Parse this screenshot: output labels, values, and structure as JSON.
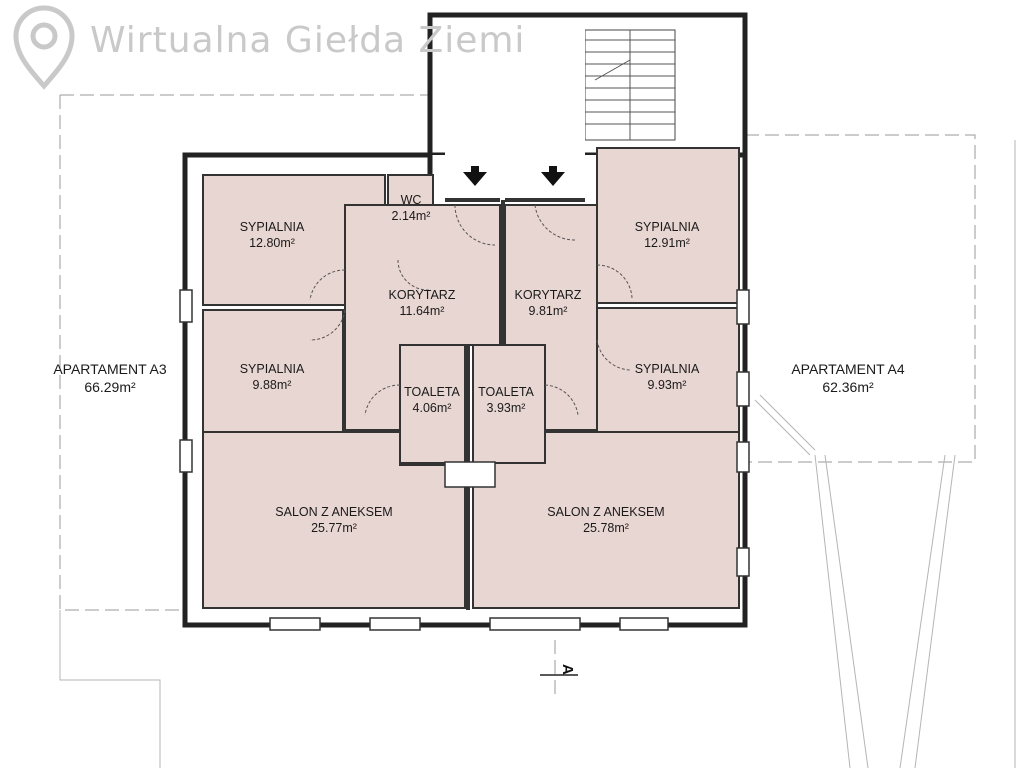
{
  "watermark": {
    "text": "Wirtualna Giełda Ziemi"
  },
  "apartments": [
    {
      "id": "a3",
      "name": "APARTAMENT A3",
      "area": "66.29m²"
    },
    {
      "id": "a4",
      "name": "APARTAMENT A4",
      "area": "62.36m²"
    }
  ],
  "rooms": {
    "a3_bedroom1": {
      "name": "SYPIALNIA",
      "area": "12.80m²"
    },
    "a3_wc": {
      "name": "WC",
      "area": "2.14m²"
    },
    "a3_corridor": {
      "name": "KORYTARZ",
      "area": "11.64m²"
    },
    "a3_bedroom2": {
      "name": "SYPIALNIA",
      "area": "9.88m²"
    },
    "a3_toilet": {
      "name": "TOALETA",
      "area": "4.06m²"
    },
    "a3_living": {
      "name": "SALON Z ANEKSEM",
      "area": "25.77m²"
    },
    "a4_bedroom1": {
      "name": "SYPIALNIA",
      "area": "12.91m²"
    },
    "a4_corridor": {
      "name": "KORYTARZ",
      "area": "9.81m²"
    },
    "a4_bedroom2": {
      "name": "SYPIALNIA",
      "area": "9.93m²"
    },
    "a4_toilet": {
      "name": "TOALETA",
      "area": "3.93m²"
    },
    "a4_living": {
      "name": "SALON Z ANEKSEM",
      "area": "25.78m²"
    }
  },
  "section_marker": {
    "label": "A"
  },
  "colors": {
    "room_fill": "#e8d6d2",
    "wall": "#222222",
    "dashed_line": "#9a9a9a",
    "watermark": "#c9c9c9"
  }
}
